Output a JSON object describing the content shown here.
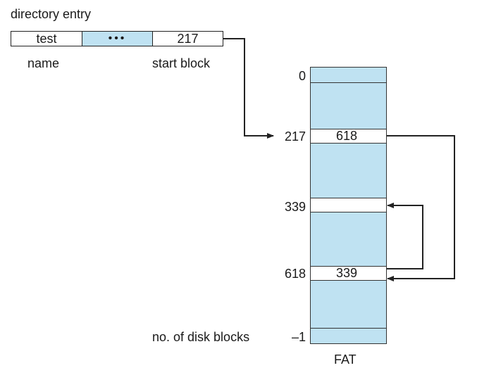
{
  "directory": {
    "title": "directory entry",
    "name_value": "test",
    "ellipsis": "•••",
    "start_value": "217",
    "name_label": "name",
    "start_label": "start block"
  },
  "fat": {
    "label": "FAT",
    "index_0": "0",
    "index_217": "217",
    "index_339": "339",
    "index_618": "618",
    "index_last": "–1",
    "value_217": "618",
    "value_618": "339",
    "disk_blocks_label": "no. of disk blocks"
  }
}
